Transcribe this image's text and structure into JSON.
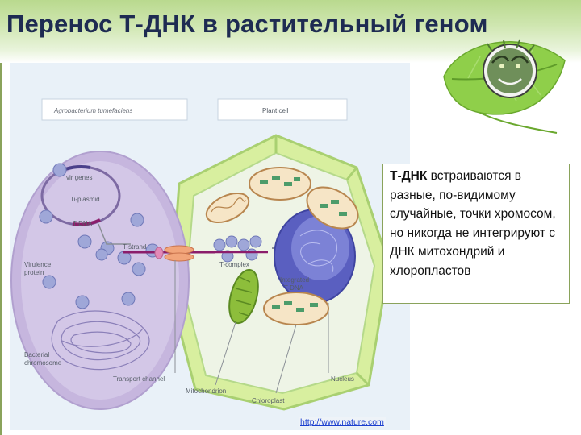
{
  "slide": {
    "title": "Перенос Т-ДНК в растительный геном"
  },
  "diagram": {
    "header_agrobacterium": "Agrobacterium tumefaciens",
    "header_plant_cell": "Plant cell",
    "labels": {
      "vir_genes": "vir genes",
      "ti_plasmid": "Ti-plasmid",
      "t_dna": "T-DNA",
      "t_strand": "T-strand",
      "virulence_protein_1": "Virulence",
      "virulence_protein_2": "protein",
      "t_complex": "T-complex",
      "integrated_1": "Integrated",
      "integrated_2": "T-DNA",
      "bacterial_chromosome_1": "Bacterial",
      "bacterial_chromosome_2": "chromosome",
      "transport_channel": "Transport channel",
      "mitochondrion": "Mitochondrion",
      "chloroplast": "Chloroplast",
      "nucleus": "Nucleus"
    }
  },
  "callout": {
    "bold_term": "Т-ДНК",
    "text": " встраиваются в разные, по-видимому случайные, точки хромосом, но никогда не интегрируют с ДНК митохондрий и хлоропластов"
  },
  "credit": {
    "url_text": "http://www.nature.com"
  },
  "colors": {
    "title": "#1e2b52",
    "accent_green": "#8aa35b",
    "bacterium": "#c9b8de",
    "cell_wall": "#bfe08a",
    "nucleus": "#5a5fc0",
    "link": "#1b3fcf"
  },
  "icons": {
    "emblem": "leaf-with-green-man-face-icon"
  }
}
